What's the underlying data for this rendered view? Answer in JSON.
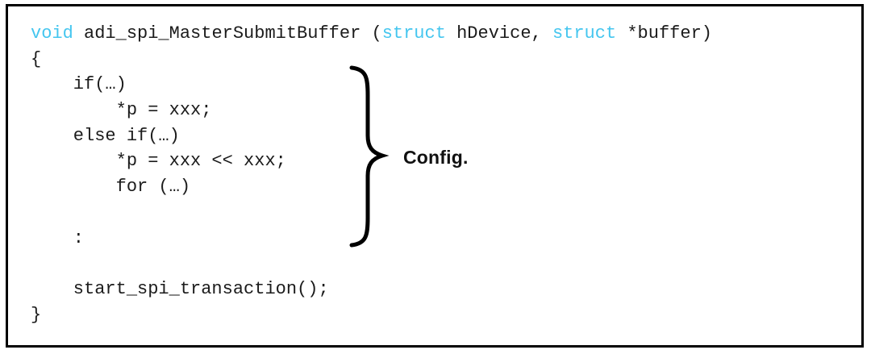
{
  "colors": {
    "keyword": "#45c6ef",
    "text": "#1b1b1b",
    "border": "#000000",
    "background": "#ffffff"
  },
  "annotation": {
    "label": "Config.",
    "brace_icon": "right-curly-brace"
  },
  "code": {
    "language": "c",
    "lines": [
      {
        "segments": [
          {
            "text": "void",
            "type": "keyword"
          },
          {
            "text": " adi_spi_MasterSubmitBuffer (",
            "type": "plain"
          },
          {
            "text": "struct",
            "type": "keyword"
          },
          {
            "text": " hDevice, ",
            "type": "plain"
          },
          {
            "text": "struct",
            "type": "keyword"
          },
          {
            "text": " *buffer)",
            "type": "plain"
          }
        ]
      },
      {
        "segments": [
          {
            "text": "{",
            "type": "plain"
          }
        ]
      },
      {
        "segments": [
          {
            "text": "    if(…)",
            "type": "plain"
          }
        ]
      },
      {
        "segments": [
          {
            "text": "        *p = xxx;",
            "type": "plain"
          }
        ]
      },
      {
        "segments": [
          {
            "text": "    else if(…)",
            "type": "plain"
          }
        ]
      },
      {
        "segments": [
          {
            "text": "        *p = xxx << xxx;",
            "type": "plain"
          }
        ]
      },
      {
        "segments": [
          {
            "text": "        for (…)",
            "type": "plain"
          }
        ]
      },
      {
        "segments": []
      },
      {
        "segments": [
          {
            "text": "    :",
            "type": "plain"
          }
        ]
      },
      {
        "segments": []
      },
      {
        "segments": [
          {
            "text": "    start_spi_transaction();",
            "type": "plain"
          }
        ]
      },
      {
        "segments": [
          {
            "text": "}",
            "type": "plain"
          }
        ]
      }
    ]
  }
}
